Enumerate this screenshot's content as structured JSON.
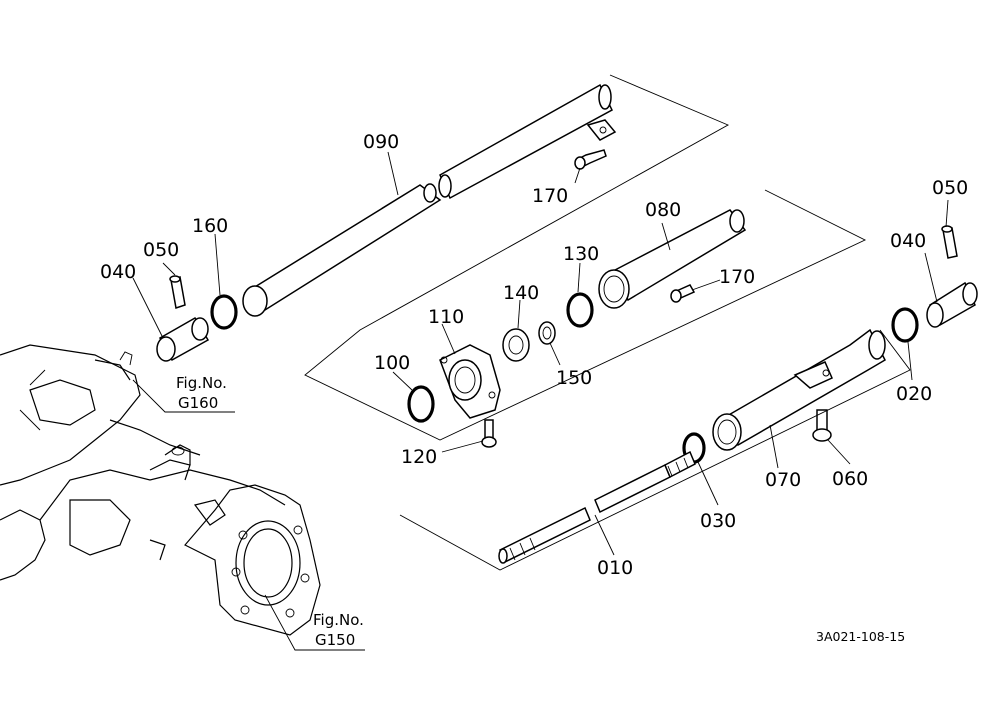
{
  "callouts": {
    "c090": "090",
    "c170a": "170",
    "c160": "160",
    "c050a": "050",
    "c040a": "040",
    "c080": "080",
    "c130": "130",
    "c170b": "170",
    "c140": "140",
    "c110": "110",
    "c100": "100",
    "c150": "150",
    "c120": "120",
    "c050b": "050",
    "c040b": "040",
    "c020": "020",
    "c060": "060",
    "c070": "070",
    "c030": "030",
    "c010": "010"
  },
  "refs": {
    "g160_label": "Fig.No.",
    "g160_code": "G160",
    "g150_label": "Fig.No.",
    "g150_code": "G150"
  },
  "drawing_code": "3A021-108-15"
}
